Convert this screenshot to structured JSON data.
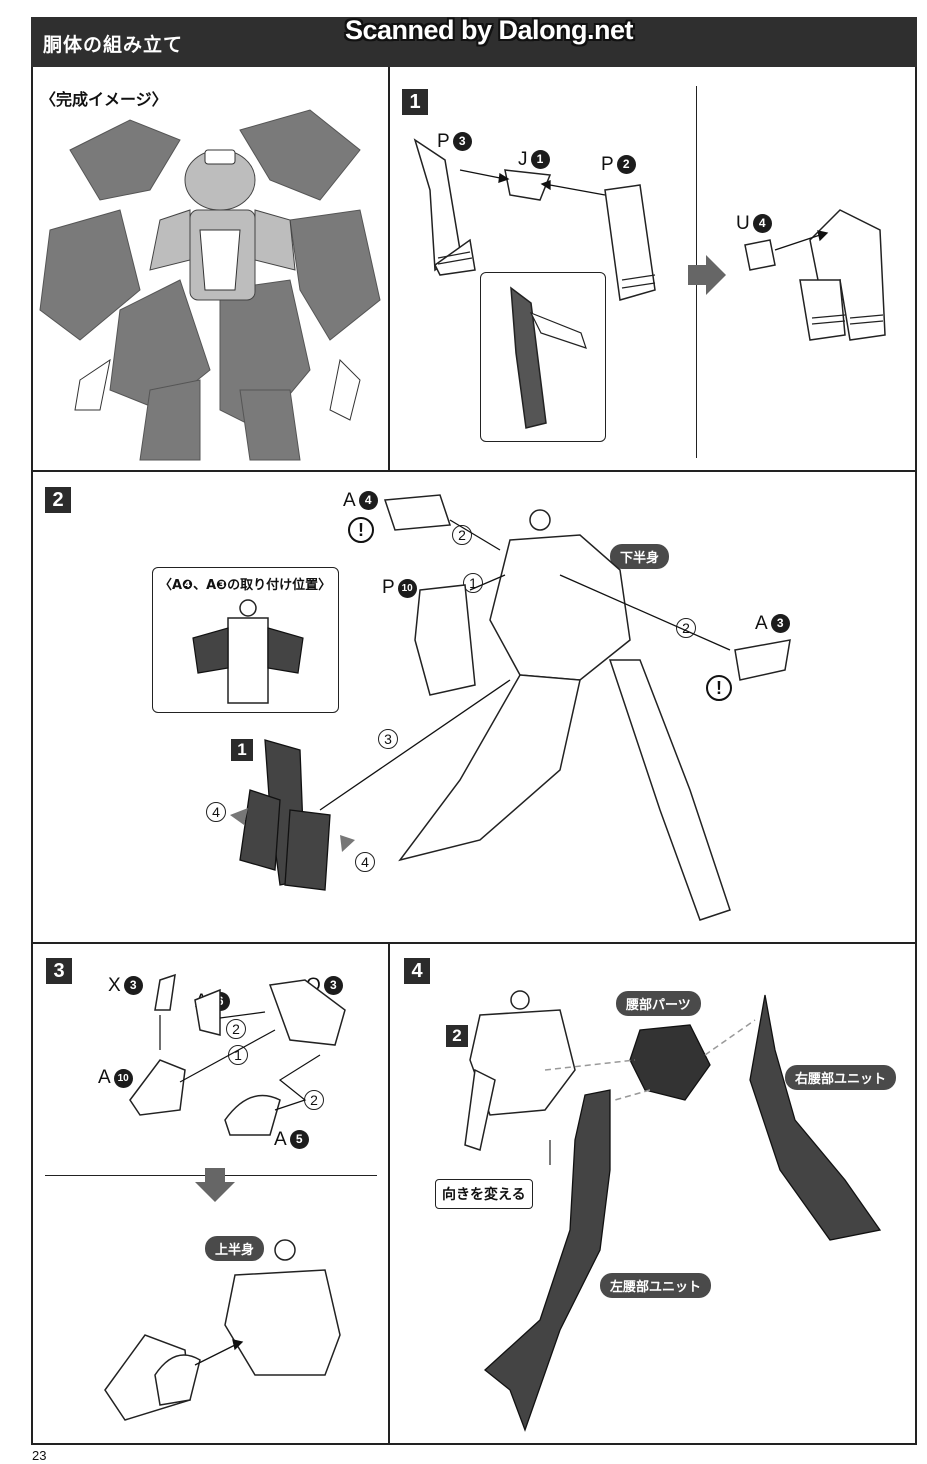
{
  "header": {
    "title": "胴体の組み立て"
  },
  "watermark": "Scanned by Dalong.net",
  "preview": {
    "title": "〈完成イメージ〉"
  },
  "step1": {
    "number": "1",
    "parts": [
      {
        "letter": "P",
        "num": "3"
      },
      {
        "letter": "J",
        "num": "1"
      },
      {
        "letter": "P",
        "num": "2"
      },
      {
        "letter": "U",
        "num": "4"
      }
    ]
  },
  "step2": {
    "number": "2",
    "inset_title": "〈A❹、A❸の取り付け位置〉",
    "lower_body_label": "下半身",
    "sub_ref": "1",
    "parts": [
      {
        "letter": "A",
        "num": "4"
      },
      {
        "letter": "P",
        "num": "10"
      },
      {
        "letter": "A",
        "num": "3"
      }
    ],
    "order": [
      "1",
      "2",
      "2",
      "3",
      "4",
      "4"
    ],
    "warning_icon": "exclamation-icon"
  },
  "step3": {
    "number": "3",
    "parts": [
      {
        "letter": "X",
        "num": "3"
      },
      {
        "letter": "A",
        "num": "6"
      },
      {
        "letter": "O",
        "num": "3"
      },
      {
        "letter": "A",
        "num": "10"
      },
      {
        "letter": "A",
        "num": "5"
      }
    ],
    "order": [
      "2",
      "1",
      "2"
    ],
    "upper_body_label": "上半身"
  },
  "step4": {
    "number": "4",
    "sub_ref": "2",
    "waist_parts_label": "腰部パーツ",
    "right_waist_label": "右腰部ユニット",
    "left_waist_label": "左腰部ユニット",
    "turn_label": "向きを変える"
  },
  "page_number": "23"
}
